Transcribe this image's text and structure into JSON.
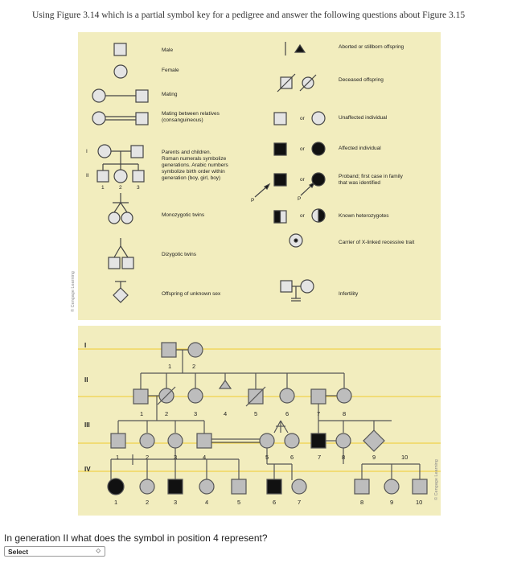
{
  "instructions": "Using Figure 3.14 which is a partial symbol key for a pedigree and answer the following questions about Figure 3.15",
  "key": {
    "left": {
      "male": "Male",
      "female": "Female",
      "mating": "Mating",
      "mating_relatives": "Mating between relatives\n(consanguineous)",
      "parents_children": "Parents and children.\nRoman numerals symbolize\ngenerations. Arabic numbers\nsymbolize birth order within\ngeneration (boy, girl, boy)",
      "monozygotic": "Monozygotic twins",
      "dizygotic": "Dizygotic twins",
      "unknown_sex": "Offspring of unknown sex"
    },
    "right": {
      "aborted": "Aborted or stillborn offspring",
      "deceased": "Deceased offspring",
      "unaffected": "Unaffected individual",
      "affected": "Affected individual",
      "proband": "Proband; first case in family\nthat was identified",
      "heterozygotes": "Known heterozygotes",
      "carrier": "Carrier of X-linked recessive trait",
      "infertility": "Infertility"
    },
    "or": "or",
    "p": "P",
    "gen_I": "I",
    "gen_II": "II",
    "births": [
      "1",
      "2",
      "3"
    ],
    "credit": "© Cengage Learning"
  },
  "pedigree": {
    "generations": [
      "I",
      "II",
      "III",
      "IV"
    ],
    "gen_I_numbers": [
      "1",
      "2"
    ],
    "gen_II_numbers": [
      "1",
      "2",
      "3",
      "4",
      "5",
      "6",
      "7",
      "8"
    ],
    "gen_III_numbers": [
      "1",
      "2",
      "3",
      "4",
      "5",
      "6",
      "7",
      "8",
      "9",
      "10"
    ],
    "gen_IV_numbers": [
      "1",
      "2",
      "3",
      "4",
      "5",
      "6",
      "7",
      "8",
      "9",
      "10"
    ],
    "credit": "© Cengage Learning"
  },
  "question": {
    "text": "In generation II what does the symbol in position 4 represent?",
    "select_value": "Select",
    "select_arrow": "⬦"
  }
}
